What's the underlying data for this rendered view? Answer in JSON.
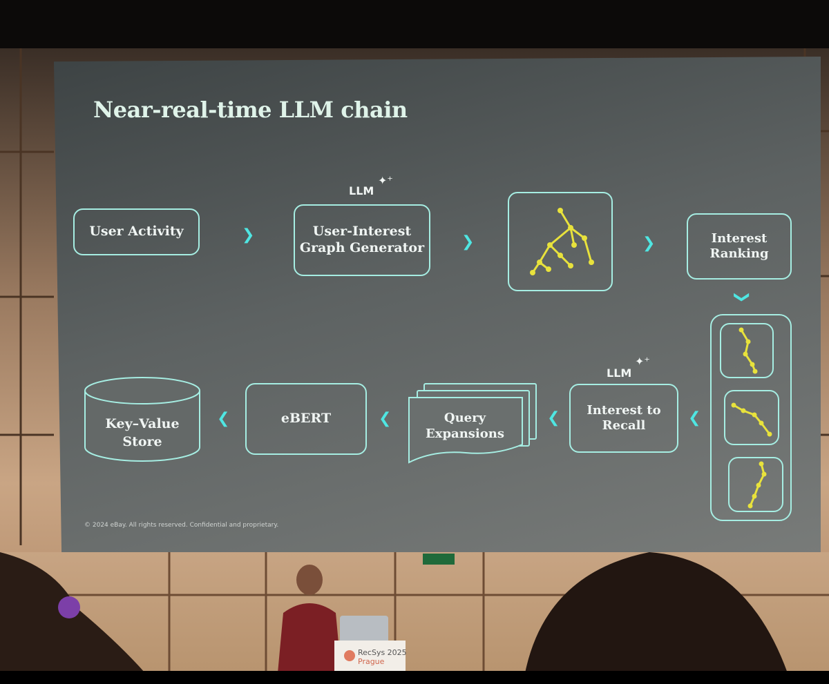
{
  "slide": {
    "title": "Near-real-time LLM chain",
    "footer": "© 2024 eBay. All rights reserved. Confidential and proprietary."
  },
  "nodes": {
    "user_activity": "User Activity",
    "graph_generator_line1": "User-Interest",
    "graph_generator_line2": "Graph Generator",
    "interest_ranking_line1": "Interest",
    "interest_ranking_line2": "Ranking",
    "interest_recall_line1": "Interest to",
    "interest_recall_line2": "Recall",
    "query_expansions_line1": "Query",
    "query_expansions_line2": "Expansions",
    "ebert": "eBERT",
    "kv_store_line1": "Key–Value",
    "kv_store_line2": "Store"
  },
  "badges": {
    "llm_top": "LLM",
    "llm_bottom": "LLM"
  },
  "podium": {
    "event": "RecSys 2025",
    "city": "Prague"
  },
  "colors": {
    "accent": "#a6eee3",
    "arrow": "#4fe6e2",
    "graph": "#e8e23c",
    "title": "#dff3e9"
  },
  "icons": {
    "flow_arrow": "chevron-icon",
    "llm_sparkle": "sparkle-icon",
    "graph": "tree-graph-icon",
    "database": "cylinder-database-icon",
    "document_stack": "document-stack-icon"
  }
}
